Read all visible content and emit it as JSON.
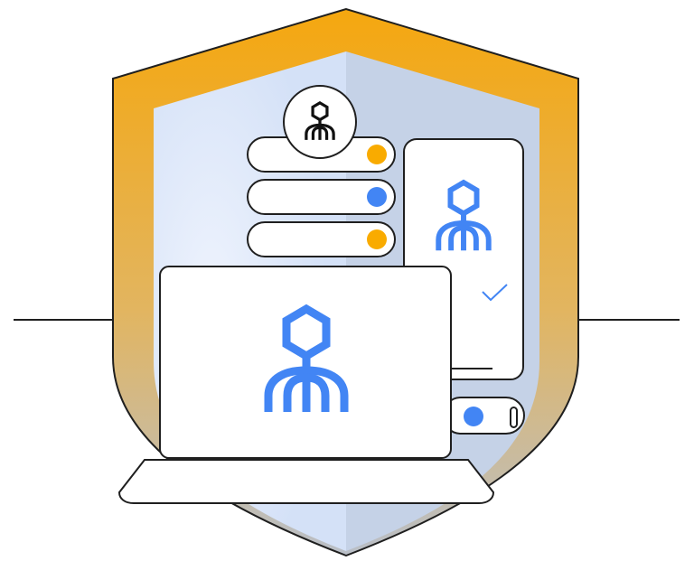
{
  "colors": {
    "shield_top": "#f5a70f",
    "shield_bottom": "#b9bfc8",
    "inner_left": "#d9e6fb",
    "inner_right": "#c3d0e6",
    "accent_blue": "#4285f4",
    "accent_orange": "#f9ab00",
    "stroke": "#1f1f1f"
  },
  "icons": {
    "brand": "octopus-hexagon-icon",
    "reject": "close-icon",
    "approve": "check-icon"
  },
  "toggles": [
    {
      "state": "orange"
    },
    {
      "state": "blue"
    },
    {
      "state": "orange"
    }
  ]
}
